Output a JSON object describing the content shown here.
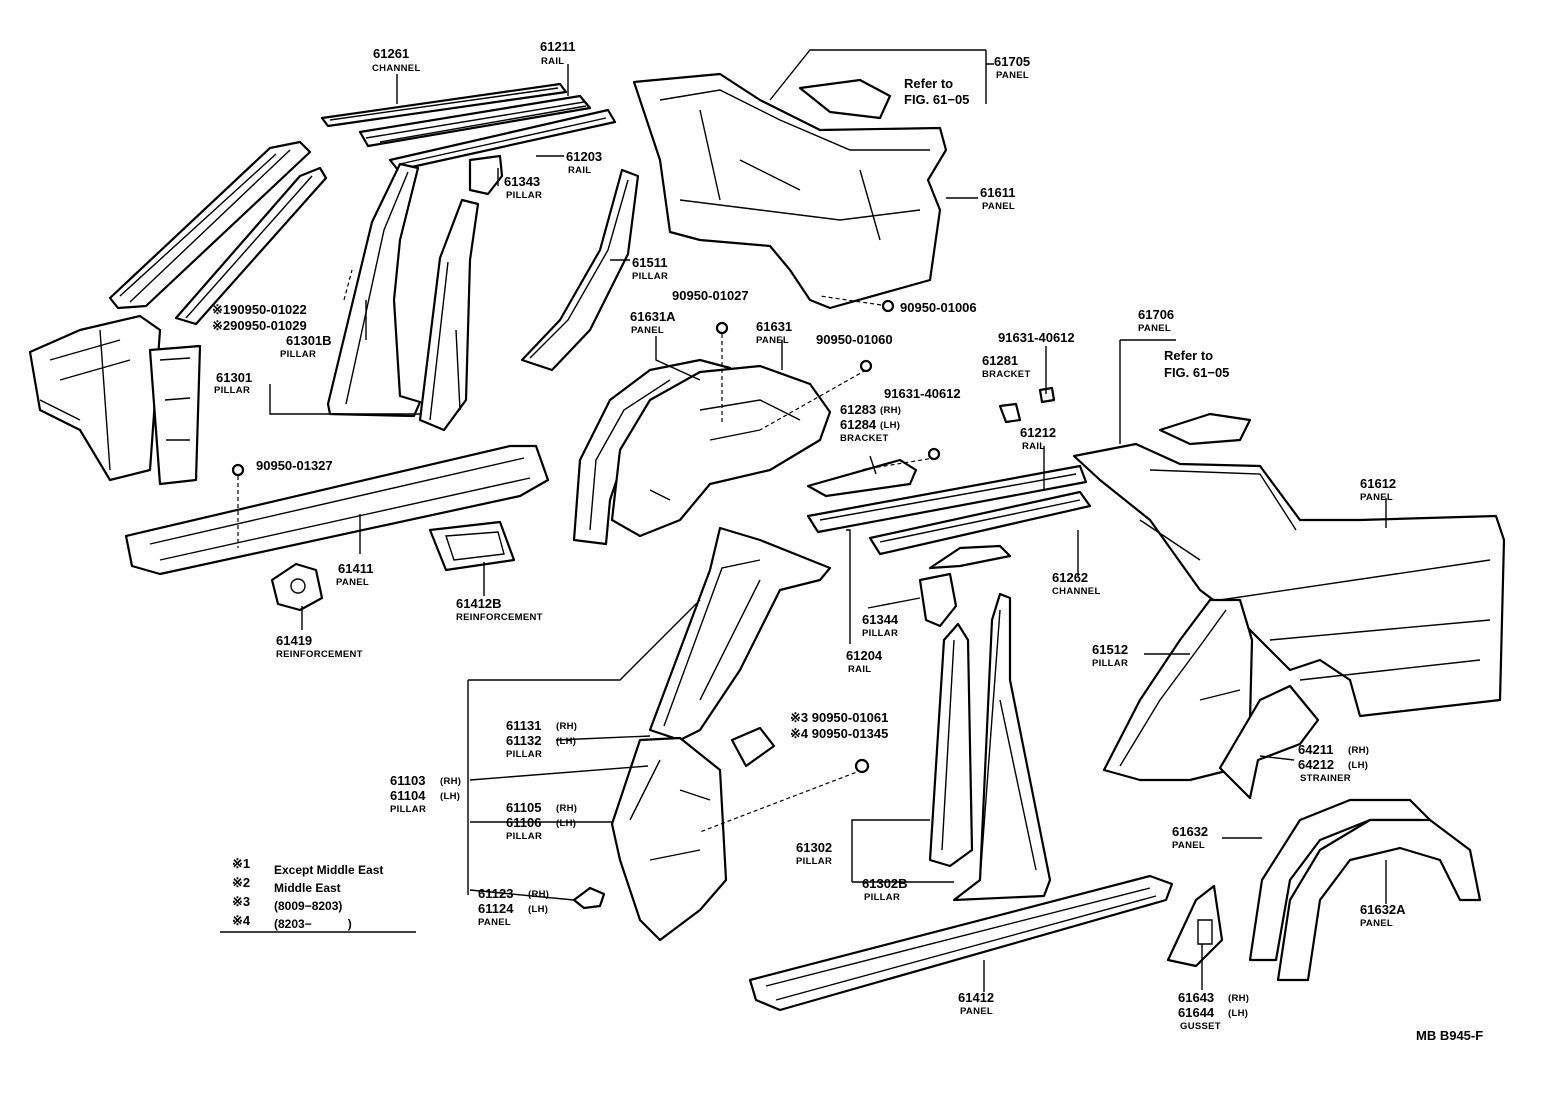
{
  "parts": [
    {
      "id": "p61261",
      "num": "61261",
      "label": "CHANNEL"
    },
    {
      "id": "p61211",
      "num": "61211",
      "label": "RAIL"
    },
    {
      "id": "p61203",
      "num": "61203",
      "label": "RAIL"
    },
    {
      "id": "p61343",
      "num": "61343",
      "label": "PILLAR"
    },
    {
      "id": "p61511",
      "num": "61511",
      "label": "PILLAR"
    },
    {
      "id": "p61705",
      "num": "61705",
      "label": "PANEL"
    },
    {
      "id": "p61611",
      "num": "61611",
      "label": "PANEL"
    },
    {
      "id": "p61301b",
      "num": "61301B",
      "label": "PILLAR"
    },
    {
      "id": "p61301",
      "num": "61301",
      "label": "PILLAR"
    },
    {
      "id": "p61411",
      "num": "61411",
      "label": "PANEL"
    },
    {
      "id": "p61412b",
      "num": "61412B",
      "label": "REINFORCEMENT"
    },
    {
      "id": "p61419",
      "num": "61419",
      "label": "REINFORCEMENT"
    },
    {
      "id": "p61631a",
      "num": "61631A",
      "label": "PANEL"
    },
    {
      "id": "p61631",
      "num": "61631",
      "label": "PANEL"
    },
    {
      "id": "p61283",
      "num": "61283",
      "side": "(RH)"
    },
    {
      "id": "p61284",
      "num": "61284",
      "side": "(LH)",
      "label": "BRACKET"
    },
    {
      "id": "p61281",
      "num": "61281",
      "label": "BRACKET"
    },
    {
      "id": "p61706",
      "num": "61706",
      "label": "PANEL"
    },
    {
      "id": "p61212",
      "num": "61212",
      "label": "RAIL"
    },
    {
      "id": "p61612",
      "num": "61612",
      "label": "PANEL"
    },
    {
      "id": "p61262",
      "num": "61262",
      "label": "CHANNEL"
    },
    {
      "id": "p61344",
      "num": "61344",
      "label": "PILLAR"
    },
    {
      "id": "p61204",
      "num": "61204",
      "label": "RAIL"
    },
    {
      "id": "p61512",
      "num": "61512",
      "label": "PILLAR"
    },
    {
      "id": "p61131",
      "num": "61131",
      "side": "(RH)"
    },
    {
      "id": "p61132",
      "num": "61132",
      "side": "(LH)",
      "label": "PILLAR"
    },
    {
      "id": "p61103",
      "num": "61103",
      "side": "(RH)"
    },
    {
      "id": "p61104",
      "num": "61104",
      "side": "(LH)",
      "label": "PILLAR"
    },
    {
      "id": "p61105",
      "num": "61105",
      "side": "(RH)"
    },
    {
      "id": "p61106",
      "num": "61106",
      "side": "(LH)",
      "label": "PILLAR"
    },
    {
      "id": "p61123",
      "num": "61123",
      "side": "(RH)"
    },
    {
      "id": "p61124",
      "num": "61124",
      "side": "(LH)",
      "label": "PANEL"
    },
    {
      "id": "p61302",
      "num": "61302",
      "label": "PILLAR"
    },
    {
      "id": "p61302b",
      "num": "61302B",
      "label": "PILLAR"
    },
    {
      "id": "p61412",
      "num": "61412",
      "label": "PANEL"
    },
    {
      "id": "p64211",
      "num": "64211",
      "side": "(RH)"
    },
    {
      "id": "p64212",
      "num": "64212",
      "side": "(LH)",
      "label": "STRAINER"
    },
    {
      "id": "p61632",
      "num": "61632",
      "label": "PANEL"
    },
    {
      "id": "p61632a",
      "num": "61632A",
      "label": "PANEL"
    },
    {
      "id": "p61643",
      "num": "61643",
      "side": "(RH)"
    },
    {
      "id": "p61644",
      "num": "61644",
      "side": "(LH)",
      "label": "GUSSET"
    }
  ],
  "fasteners": {
    "f01022": "※190950-01022",
    "f01029": "※290950-01029",
    "f01327": "90950-01327",
    "f01027": "90950-01027",
    "f01006": "90950-01006",
    "f01060": "90950-01060",
    "f40612a": "91631-40612",
    "f40612b": "91631-40612",
    "f01061": "※3 90950-01061",
    "f01345": "※4 90950-01345"
  },
  "refs": {
    "ref1_line1": "Refer to",
    "ref1_line2": "FIG. 61−05",
    "ref2_line1": "Refer to",
    "ref2_line2": "FIG. 61−05"
  },
  "legend": [
    {
      "mark": "※1",
      "text": "Except Middle East"
    },
    {
      "mark": "※2",
      "text": "Middle East"
    },
    {
      "mark": "※3",
      "text": "(8009−8203)"
    },
    {
      "mark": "※4",
      "text": "(8203−　　　)"
    }
  ],
  "diagram_code": "MB B945-F"
}
